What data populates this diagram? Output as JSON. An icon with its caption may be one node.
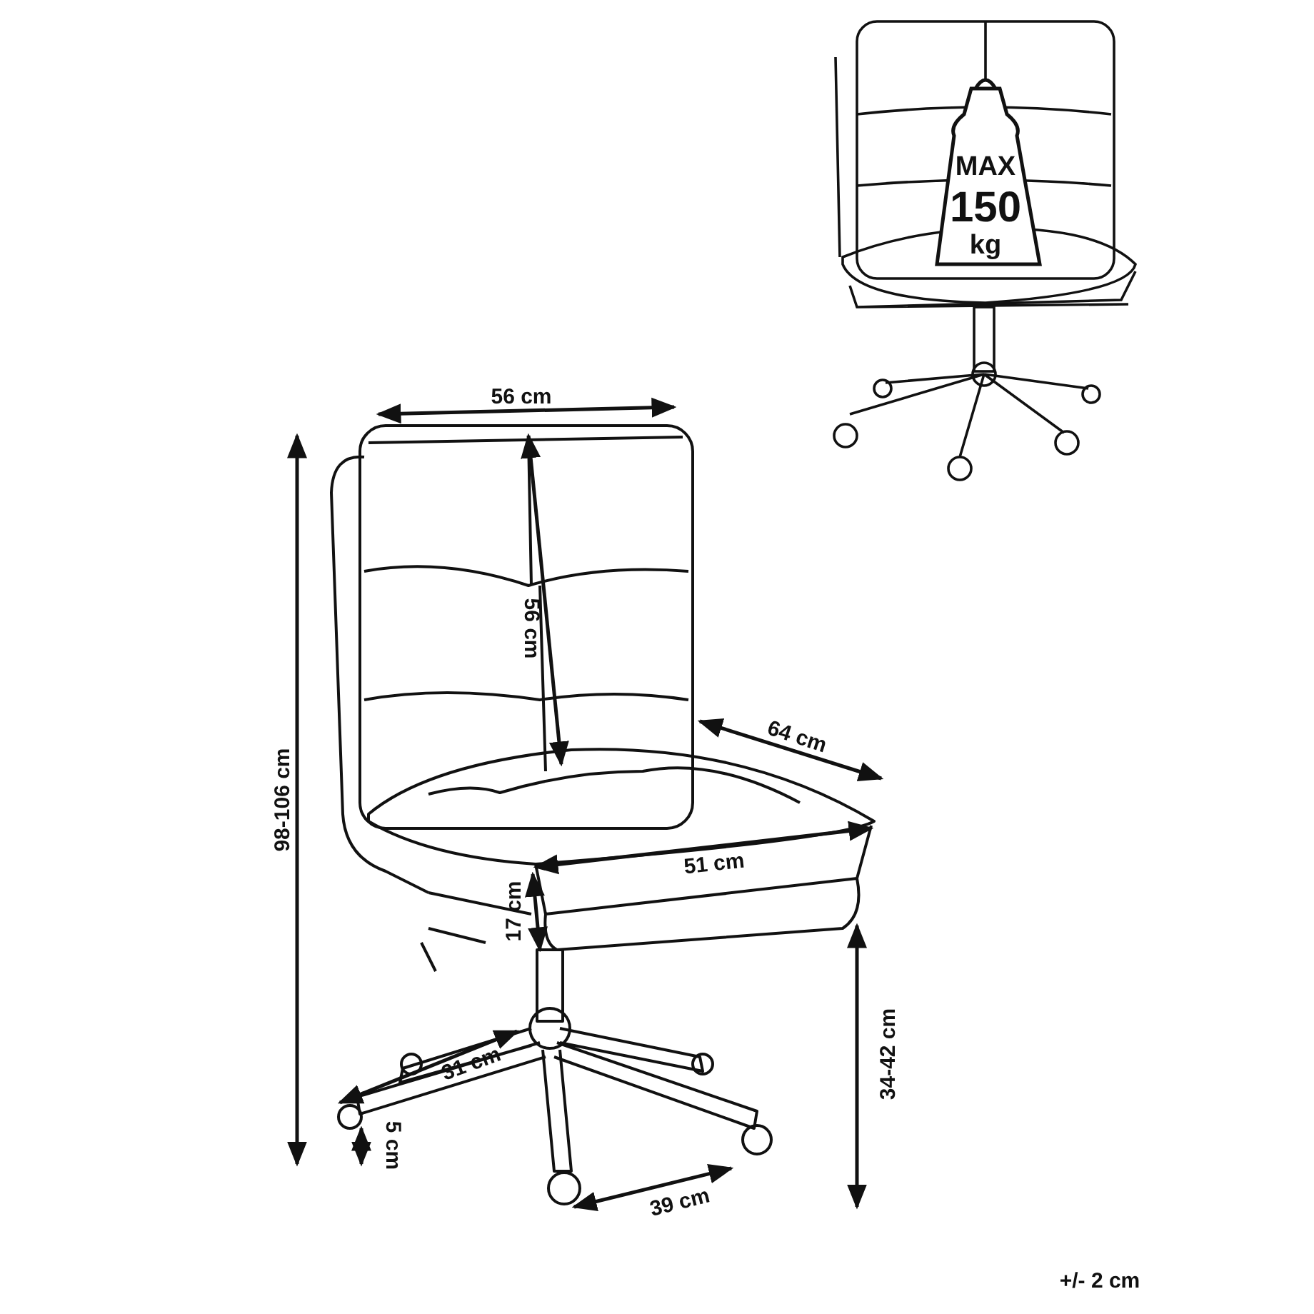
{
  "diagram": {
    "labels": [
      "MAX",
      "150",
      "kg",
      "56 cm",
      "56 cm",
      "98-106 cm",
      "64 cm",
      "51 cm",
      "17 cm",
      "34-42 cm",
      "31 cm",
      "5 cm",
      "39 cm",
      "+/- 2 cm"
    ]
  }
}
